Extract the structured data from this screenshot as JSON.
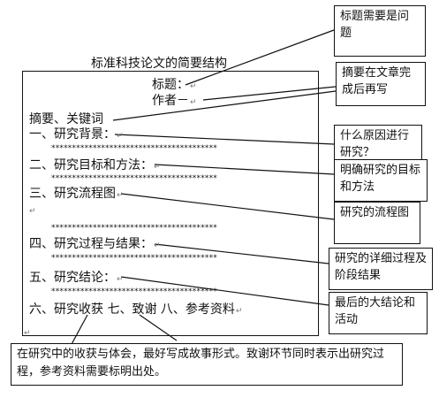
{
  "diagram": {
    "title": "标准科技论文的简要结构",
    "doc": {
      "title_line": "标题：",
      "author_line": "作者－",
      "abstract": "摘要、关键词",
      "s1": "一、研究背景：",
      "s2": "二、研究目标和方法：",
      "s3": "三、研究流程图",
      "s4": "四、研究过程与结果：",
      "s5": "五、研究结论：",
      "s6": "六、研究收获   七、致谢   八、参考资料",
      "stars": "****************************************"
    },
    "callouts": {
      "c1": "标题需要是问题",
      "c2": "摘要在文章完成后再写",
      "c3": "什么原因进行研究？",
      "c4": "明确研究的目标和方法",
      "c5": "研究的流程图",
      "c6": "研究的详细过程及阶段结果",
      "c7": "最后的大结论和活动",
      "c8": "在研究中的收获与体会，最好写成故事形式。致谢环节同时表示出研究过程，参考资料需要标明出处。"
    },
    "return_mark": "↵"
  }
}
